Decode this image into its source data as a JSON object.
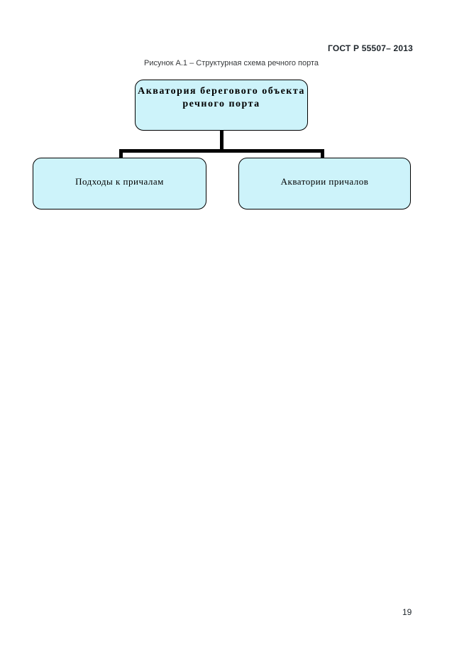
{
  "page": {
    "header": "ГОСТ Р 55507– 2013",
    "page_number": "19"
  },
  "figure": {
    "caption": "Рисунок А.1 – Структурная схема речного порта",
    "root_box": {
      "line1": "Акватория берегового объекта",
      "line2": "речного порта"
    },
    "child_boxes": [
      {
        "label": "Подходы к причалам"
      },
      {
        "label": "Акватории причалов"
      }
    ]
  },
  "colors": {
    "box_fill": "#CDF3FA",
    "box_border": "#000000",
    "connector": "#000000"
  }
}
